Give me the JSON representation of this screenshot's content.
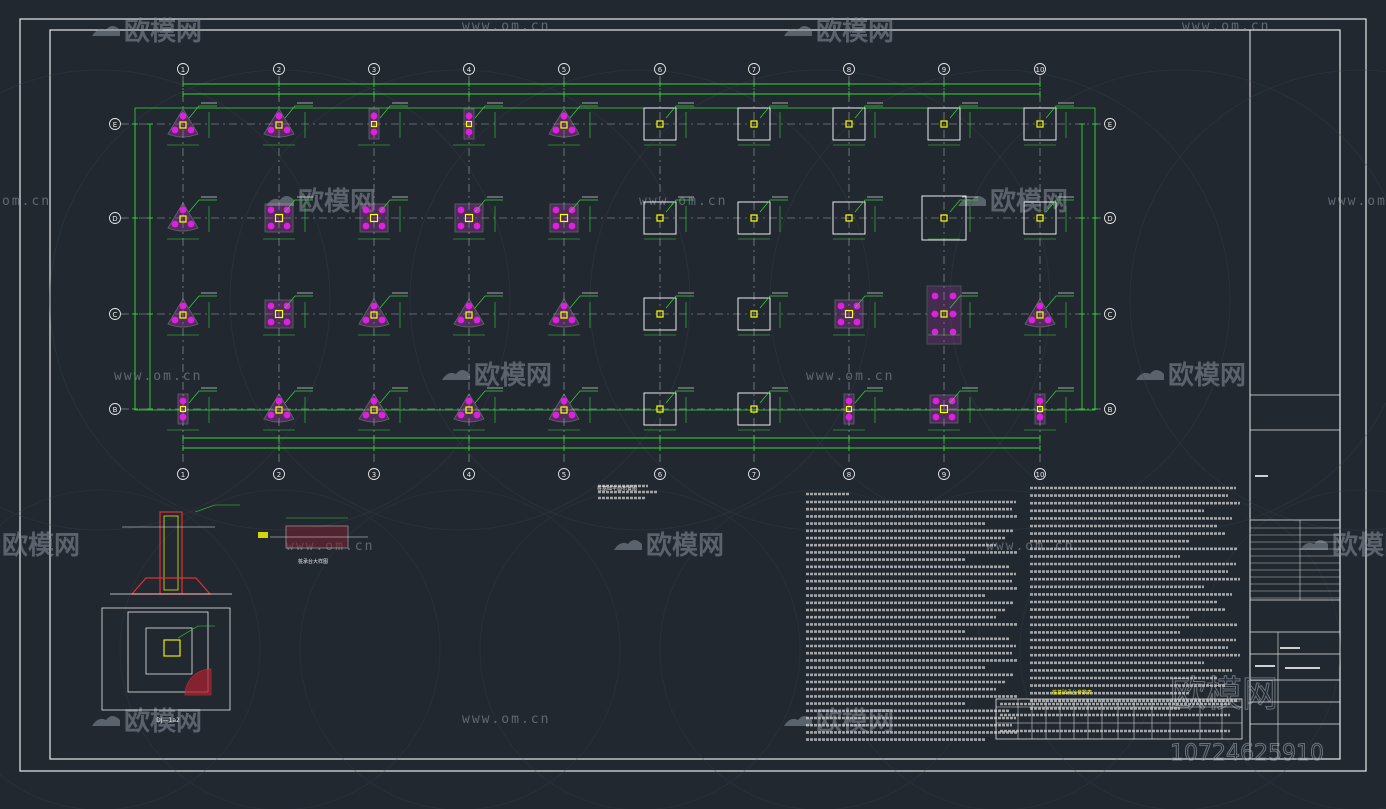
{
  "colors": {
    "bg": "#212830",
    "frame": "#e8e8e8",
    "axis": "#35d435",
    "footing": "#ffffff",
    "pier": "#ffff00",
    "pile": "#e020e0",
    "leader": "#35d435",
    "note": "#cfcfcf",
    "watermark": "#8b929c"
  },
  "grid": {
    "columns": [
      "1",
      "2",
      "3",
      "4",
      "5",
      "6",
      "7",
      "8",
      "9",
      "10"
    ],
    "rows": [
      "E",
      "D",
      "C",
      "B"
    ]
  },
  "footing_types": [
    [
      "tri",
      "tri",
      "rect",
      "rect",
      "tri",
      "sq",
      "sq",
      "sq",
      "sq",
      "sq"
    ],
    [
      "tri",
      "quad",
      "quad",
      "quad",
      "quad",
      "sq",
      "sq",
      "sq",
      "big",
      "sq"
    ],
    [
      "tri",
      "quad",
      "tri",
      "tri",
      "tri",
      "sq",
      "sq",
      "quad",
      "tall",
      "tri"
    ],
    [
      "rect",
      "tri",
      "tri",
      "tri",
      "tri",
      "sq",
      "sq",
      "rect",
      "quad",
      "rect"
    ]
  ],
  "watermarks": {
    "brand": "欧模网",
    "url": "www.om.cn",
    "domain_left": "om.cn",
    "code": "10724625910"
  },
  "drawing_titles": {
    "foundation_plan": "桩基础平面布置图",
    "section_detail": "DJ—1a2",
    "pile_detail": "桩承台大样图",
    "table_title": "桩基础承台参数表"
  }
}
